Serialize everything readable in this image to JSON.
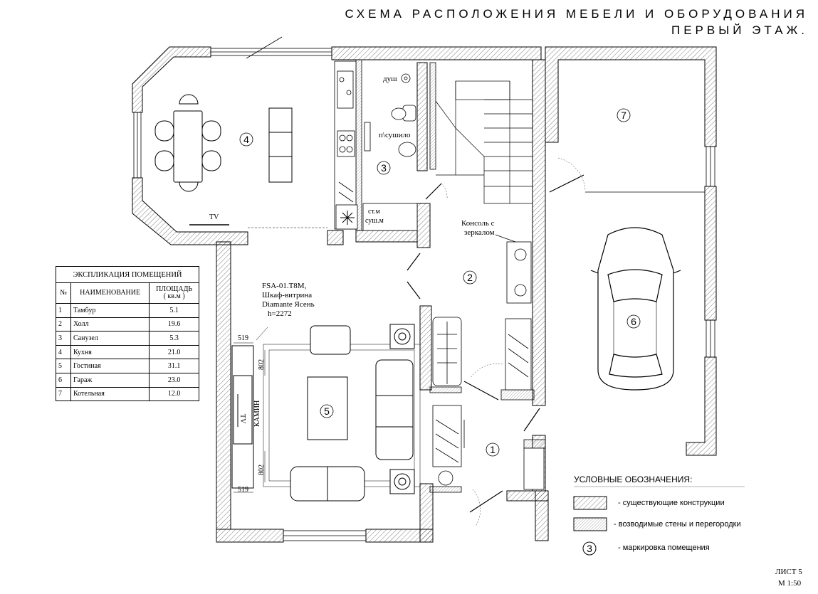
{
  "title": {
    "line1": "СХЕМА РАСПОЛОЖЕНИЯ МЕБЕЛИ И ОБОРУДОВАНИЯ",
    "line2": "ПЕРВЫЙ ЭТАЖ."
  },
  "explication": {
    "caption": "ЭКСПЛИКАЦИЯ ПОМЕЩЕНИЙ",
    "headers": {
      "num": "№",
      "name": "НАИМЕНОВАНИЕ",
      "area1": "ПЛОЩАДЬ",
      "area2": "( кв.м )"
    },
    "rows": [
      {
        "num": "1",
        "name": "Тамбур",
        "area": "5.1"
      },
      {
        "num": "2",
        "name": "Холл",
        "area": "19.6"
      },
      {
        "num": "3",
        "name": "Санузел",
        "area": "5.3"
      },
      {
        "num": "4",
        "name": "Кухня",
        "area": "21.0"
      },
      {
        "num": "5",
        "name": "Гостиная",
        "area": "31.1"
      },
      {
        "num": "6",
        "name": "Гараж",
        "area": "23.0"
      },
      {
        "num": "7",
        "name": "Котельная",
        "area": "12.0"
      }
    ]
  },
  "rooms": {
    "r1": "1",
    "r2": "2",
    "r3": "3",
    "r4": "4",
    "r5": "5",
    "r6": "6",
    "r7": "7"
  },
  "labels": {
    "shower": "душ",
    "dryer": "п\\сушило",
    "washer1": "ст.м",
    "washer2": "суш.м",
    "console1": "Консоль с",
    "console2": "зеркалом",
    "cabinet1": "FSA-01.T8M,",
    "cabinet2": "Шкаф-витрина",
    "cabinet3": "Diamante Ясень",
    "cabinet4": "h=2272",
    "tv_kitchen": "TV",
    "tv_living": "TV",
    "fireplace": "КАМИН",
    "dim_519_top": "519",
    "dim_802_top": "802",
    "dim_802_bottom": "802",
    "dim_519_bottom": "519"
  },
  "legend": {
    "title": "УСЛОВНЫЕ ОБОЗНАЧЕНИЯ:",
    "existing": "- существующие конструкции",
    "new_walls": "- возводимые стены и перегородки",
    "marker_num": "3",
    "marker": "- маркировка помещения"
  },
  "sheet": {
    "label": "ЛИСТ 5",
    "scale": "М 1:50"
  }
}
